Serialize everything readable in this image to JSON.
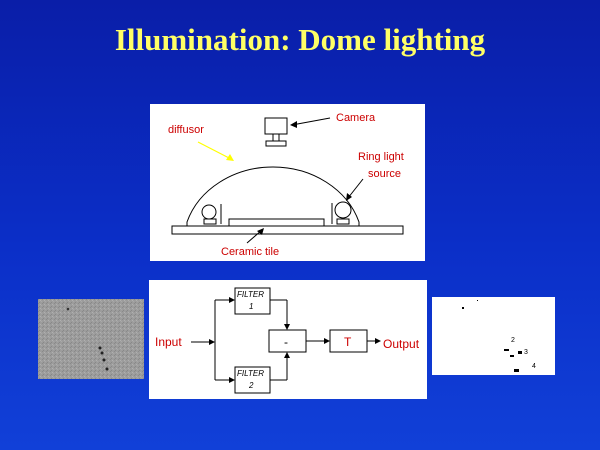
{
  "title": "Illumination: Dome lighting",
  "dome_diagram": {
    "camera": "Camera",
    "diffusor": "diffusor",
    "ring_light_line1": "Ring light",
    "ring_light_line2": "source",
    "ceramic_tile": "Ceramic tile"
  },
  "block_diagram": {
    "input": "Input",
    "filter1_line1": "FILTER",
    "filter1_line2": "1",
    "filter2_line1": "FILTER",
    "filter2_line2": "2",
    "subtract": "-",
    "threshold": "T",
    "output": "Output"
  },
  "binary_image": {
    "labels": [
      "2",
      "3",
      "4"
    ]
  },
  "colors": {
    "title": "#ffff66",
    "label_red": "#cc0000",
    "background": "#0b2fc8"
  }
}
